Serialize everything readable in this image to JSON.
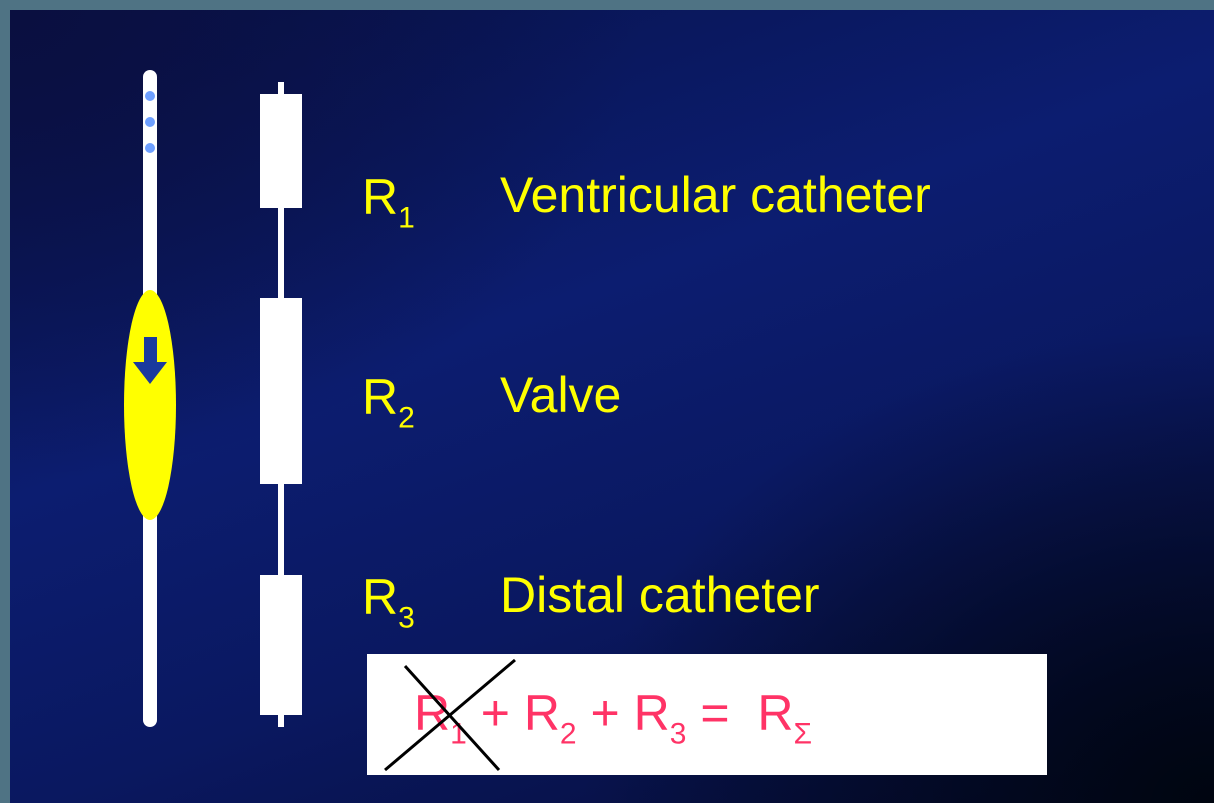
{
  "components": [
    {
      "symbol": "R",
      "index": "1",
      "label": "Ventricular catheter"
    },
    {
      "symbol": "R",
      "index": "2",
      "label": "Valve"
    },
    {
      "symbol": "R",
      "index": "3",
      "label": "Distal catheter"
    }
  ],
  "formula": {
    "terms": [
      {
        "symbol": "R",
        "index": "1",
        "crossed_out": true
      },
      {
        "symbol": "R",
        "index": "2",
        "crossed_out": false
      },
      {
        "symbol": "R",
        "index": "3",
        "crossed_out": false
      }
    ],
    "plus": "+",
    "equals": "=",
    "result": {
      "symbol": "R",
      "index": "Σ"
    }
  },
  "colors": {
    "label_text": "#ffff00",
    "formula_text": "#ff3366",
    "flow_highlight": "#ffff00",
    "arrow": "#1a3a9e",
    "catheter_holes": "#6fa0ff"
  },
  "icons": {
    "flow_direction": "down-arrow-icon"
  }
}
